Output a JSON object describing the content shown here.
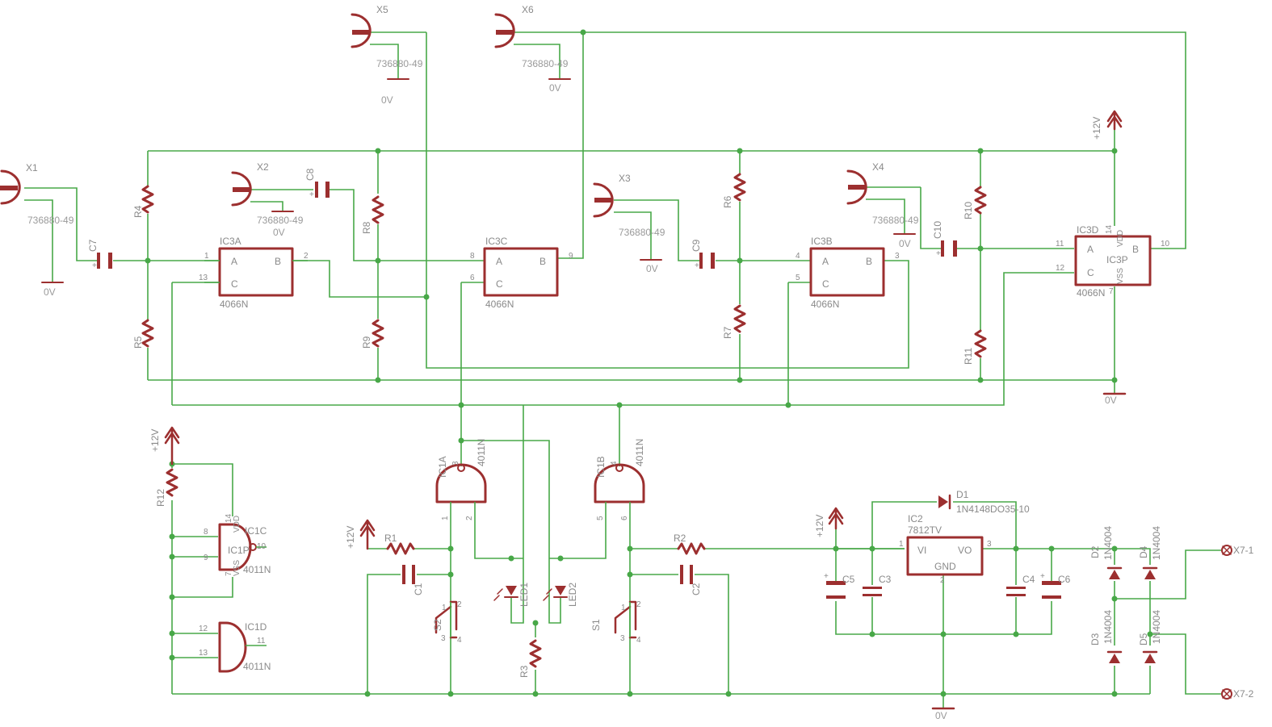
{
  "connectors": [
    {
      "id": "x1",
      "name": "X1",
      "part": "736880-49",
      "gnd": "0V"
    },
    {
      "id": "x2",
      "name": "X2",
      "part": "736880-49",
      "gnd": "0V"
    },
    {
      "id": "x3",
      "name": "X3",
      "part": "736880-49",
      "gnd": "0V"
    },
    {
      "id": "x4",
      "name": "X4",
      "part": "736880-49",
      "gnd": "0V"
    },
    {
      "id": "x5",
      "name": "X5",
      "part": "736880-49",
      "gnd": "0V"
    },
    {
      "id": "x6",
      "name": "X6",
      "part": "736880-49",
      "gnd": "0V"
    }
  ],
  "resistors": [
    "R1",
    "R2",
    "R3",
    "R4",
    "R5",
    "R6",
    "R7",
    "R8",
    "R9",
    "R10",
    "R11",
    "R12"
  ],
  "capacitors": [
    "C1",
    "C2",
    "C3",
    "C4",
    "C5",
    "C6",
    "C7",
    "C8",
    "C9",
    "C10"
  ],
  "switch_ics": [
    {
      "id": "ic3a",
      "name": "IC3A",
      "part": "4066N",
      "pins": [
        "1",
        "2",
        "13"
      ]
    },
    {
      "id": "ic3b",
      "name": "IC3B",
      "part": "4066N",
      "pins": [
        "4",
        "3",
        "5"
      ]
    },
    {
      "id": "ic3c",
      "name": "IC3C",
      "part": "4066N",
      "pins": [
        "8",
        "9",
        "6"
      ]
    },
    {
      "id": "ic3d",
      "name": "IC3D",
      "part": "4066N",
      "pins": [
        "11",
        "10",
        "12"
      ]
    }
  ],
  "switch_pin_labels": {
    "a": "A",
    "b": "B",
    "c": "C"
  },
  "ic3p": {
    "name": "IC3P",
    "vdd": "VDD",
    "vss": "VSS",
    "pin_vdd": "14",
    "pin_vss": "7"
  },
  "nand_gates": [
    {
      "id": "ic1a",
      "name": "IC1A",
      "part": "4011N",
      "in1": "1",
      "in2": "2",
      "out": "3"
    },
    {
      "id": "ic1b",
      "name": "IC1B",
      "part": "4011N",
      "in1": "5",
      "in2": "6",
      "out": "4"
    },
    {
      "id": "ic1c",
      "name": "IC1C",
      "part": "4011N",
      "in1": "8",
      "in2": "9",
      "out": "10"
    },
    {
      "id": "ic1d",
      "name": "IC1D",
      "part": "4011N",
      "in1": "12",
      "in2": "13",
      "out": "11"
    }
  ],
  "ic1p": {
    "name": "IC1P",
    "vdd": "VDD",
    "vss": "VSS",
    "pin_vdd": "14",
    "pin_vss": "7"
  },
  "switches": [
    {
      "id": "s1",
      "name": "S1",
      "pins": [
        "1",
        "2",
        "3",
        "4"
      ]
    },
    {
      "id": "s2",
      "name": "S2",
      "pins": [
        "1",
        "2",
        "3",
        "4"
      ]
    }
  ],
  "leds": [
    "LED1",
    "LED2"
  ],
  "regulator": {
    "name": "IC2",
    "part": "7812TV",
    "vi": "VI",
    "vo": "VO",
    "gnd": "GND",
    "pin_in": "1",
    "pin_gnd": "2",
    "pin_out": "3"
  },
  "diodes": [
    {
      "id": "d1",
      "name": "D1",
      "part": "1N4148DO35-10"
    },
    {
      "id": "d2",
      "name": "D2",
      "part": "1N4004"
    },
    {
      "id": "d3",
      "name": "D3",
      "part": "1N4004"
    },
    {
      "id": "d4",
      "name": "D4",
      "part": "1N4004"
    },
    {
      "id": "d5",
      "name": "D5",
      "part": "1N4004"
    }
  ],
  "power_labels": {
    "vcc": "+12V",
    "gnd": "0V"
  },
  "terminals": [
    "X7-1",
    "X7-2"
  ],
  "colors": {
    "wire": "#48a848",
    "symbol": "#9c2f2f",
    "label": "#8a8a8a",
    "background": "#ffffff"
  }
}
